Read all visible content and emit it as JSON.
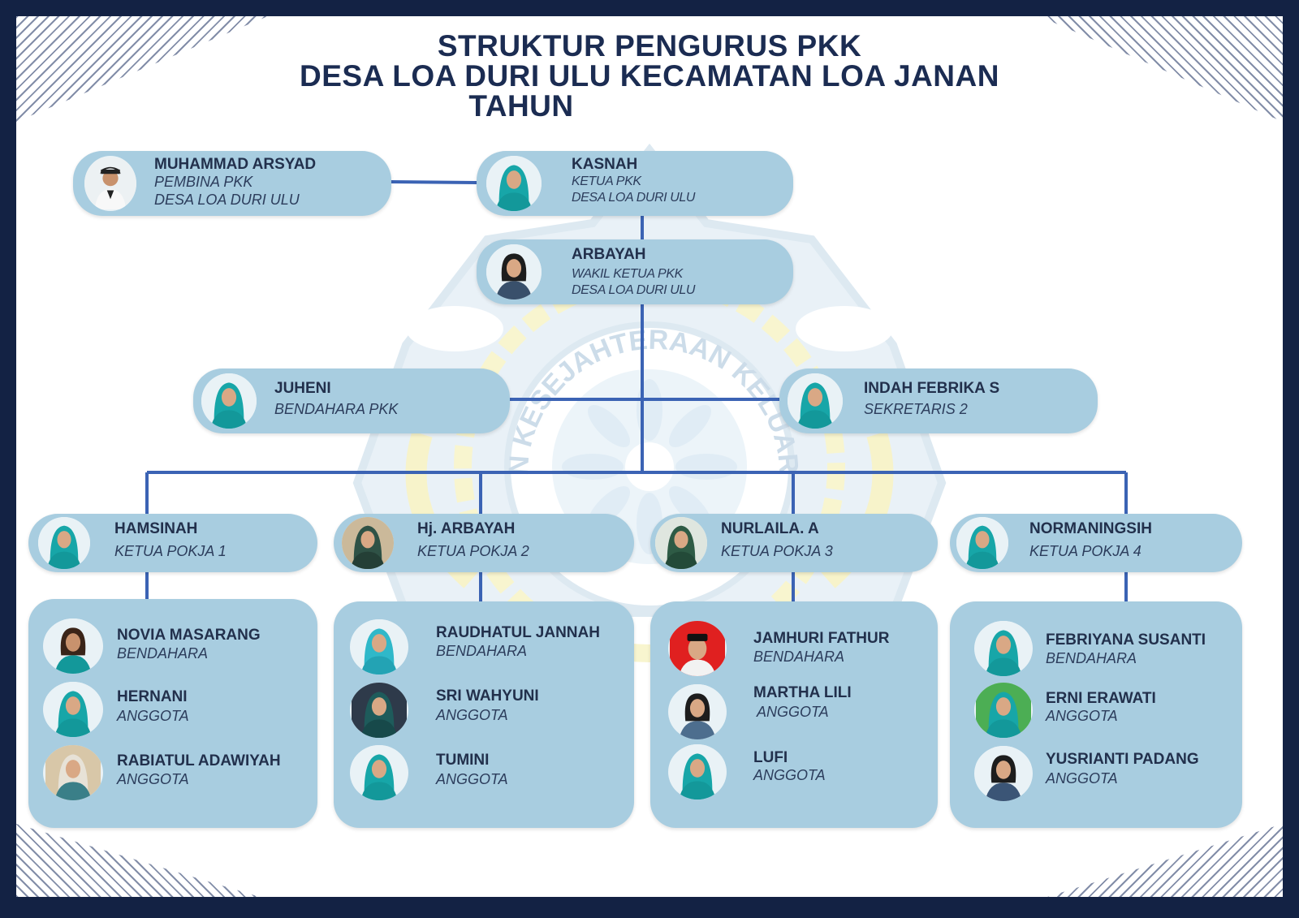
{
  "header": {
    "line1": "STRUKTUR PENGURUS PKK",
    "line2": "DESA LOA DURI ULU KECAMATAN LOA JANAN",
    "line3": "TAHUN"
  },
  "emblem_text": "DAN KESEJAHTERAAN KELUARGA",
  "colors": {
    "frame": "#132244",
    "card": "#a8cde0",
    "connector": "#3b63b4",
    "title": "#1b2c52",
    "hijab": "#1aa9a9"
  },
  "leadership": {
    "pembina": {
      "name": "MUHAMMAD  ARSYAD",
      "role1": "PEMBINA PKK",
      "role2": "DESA LOA DURI ULU"
    },
    "ketua": {
      "name": "KASNAH",
      "role1": "KETUA PKK",
      "role2": "DESA LOA DURI ULU"
    },
    "wakil": {
      "name": "ARBAYAH",
      "role1": "WAKIL KETUA PKK",
      "role2": "DESA LOA DURI ULU"
    },
    "bendahara": {
      "name": "JUHENI",
      "role": "BENDAHARA PKK"
    },
    "sekretaris": {
      "name": "INDAH FEBRIKA S",
      "role": "SEKRETARIS 2"
    }
  },
  "pokja": [
    {
      "name": "HAMSINAH",
      "role": "KETUA POKJA 1",
      "members": [
        {
          "name": "NOVIA MASARANG",
          "role": "BENDAHARA"
        },
        {
          "name": "HERNANI",
          "role": "ANGGOTA"
        },
        {
          "name": "RABIATUL ADAWIYAH",
          "role": "ANGGOTA"
        }
      ]
    },
    {
      "name": "Hj. ARBAYAH",
      "role": "KETUA POKJA 2",
      "members": [
        {
          "name": "RAUDHATUL JANNAH",
          "role": "BENDAHARA"
        },
        {
          "name": "SRI WAHYUNI",
          "role": "ANGGOTA"
        },
        {
          "name": "TUMINI",
          "role": "ANGGOTA"
        }
      ]
    },
    {
      "name": "NURLAILA. A",
      "role": "KETUA POKJA 3",
      "members": [
        {
          "name": "JAMHURI FATHUR",
          "role": "BENDAHARA"
        },
        {
          "name": "MARTHA LILI",
          "role": "ANGGOTA"
        },
        {
          "name": "LUFI",
          "role": "ANGGOTA"
        }
      ]
    },
    {
      "name": "NORMANINGSIH",
      "role": "KETUA POKJA 4",
      "members": [
        {
          "name": "FEBRIYANA SUSANTI",
          "role": "BENDAHARA"
        },
        {
          "name": "ERNI ERAWATI",
          "role": "ANGGOTA"
        },
        {
          "name": "YUSRIANTI PADANG",
          "role": "ANGGOTA"
        }
      ]
    }
  ]
}
